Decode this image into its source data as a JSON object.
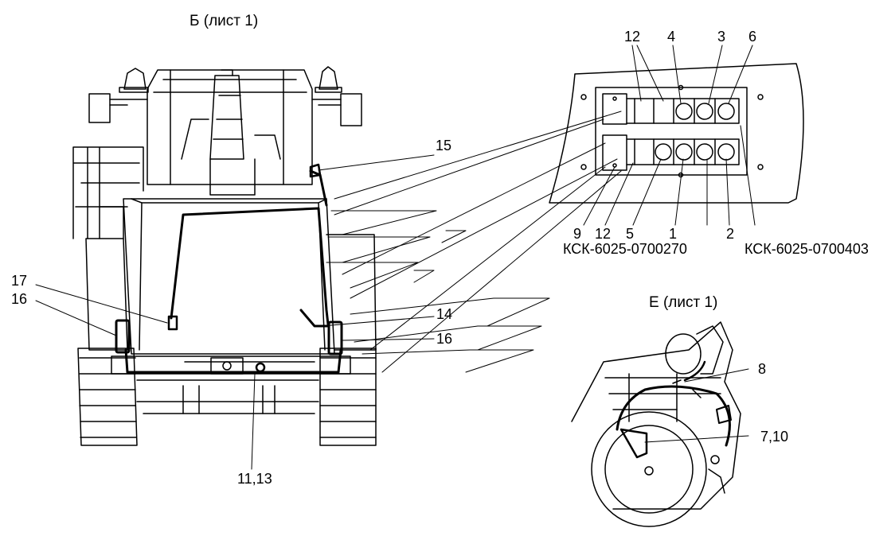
{
  "view_b_title": "Б (лист 1)",
  "view_e_title": "Е (лист 1)",
  "part_codes": {
    "left": "КСК-6025-0700270",
    "right": "КСК-6025-0700403"
  },
  "callouts": {
    "c15": "15",
    "c17": "17",
    "c16_left": "16",
    "c14": "14",
    "c16_right": "16",
    "c11_13": "11,13",
    "c12_top": "12",
    "c4": "4",
    "c3": "3",
    "c6": "6",
    "c9": "9",
    "c12_bottom": "12",
    "c5": "5",
    "c1": "1",
    "c2": "2",
    "c8": "8",
    "c7_10": "7,10"
  }
}
